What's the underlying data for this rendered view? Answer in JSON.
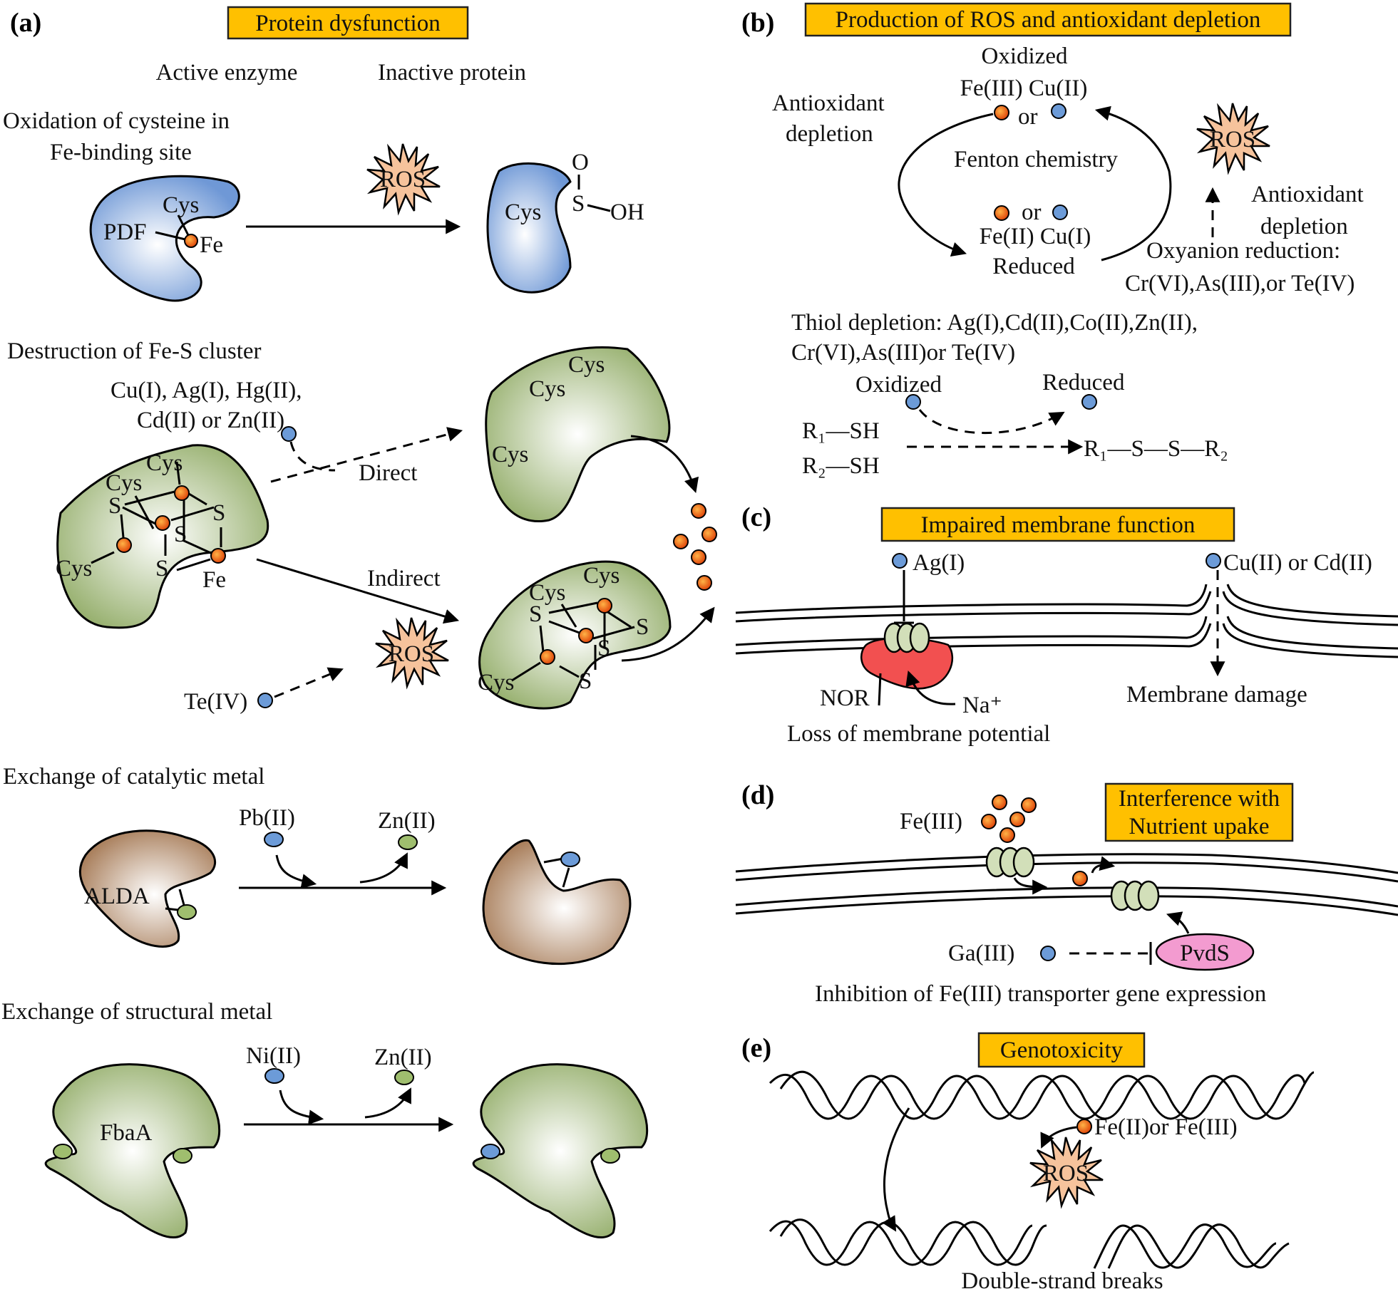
{
  "figure": {
    "panel_a": {
      "label": "(a)",
      "title": "Protein dysfunction",
      "col_active": "Active enzyme",
      "col_inactive": "Inactive protein",
      "sec1_line1": "Oxidation of cysteine in",
      "sec1_line2": "Fe-binding site",
      "pdf": "PDF",
      "cys": "Cys",
      "fe": "Fe",
      "ros": "ROS",
      "oxo": "O",
      "sulfur": "S",
      "oh": "OH",
      "sec2": "Destruction of Fe-S cluster",
      "metals_line1": "Cu(I), Ag(I), Hg(II),",
      "metals_line2": "Cd(II) or Zn(II)",
      "direct": "Direct",
      "indirect": "Indirect",
      "te": "Te(IV)",
      "sec3": "Exchange of catalytic metal",
      "alda": "ALDA",
      "pb": "Pb(II)",
      "zn": "Zn(II)",
      "sec4": "Exchange of structural metal",
      "fbaa": "FbaA",
      "ni": "Ni(II)"
    },
    "panel_b": {
      "label": "(b)",
      "title": "Production of ROS and antioxidant depletion",
      "oxidized": "Oxidized",
      "ox_metals": "Fe(III) Cu(II)",
      "or": "or",
      "antiox_1": "Antioxidant",
      "antiox_2": "depletion",
      "fenton": "Fenton chemistry",
      "red_metals": "Fe(II) Cu(I)",
      "reduced": "Reduced",
      "ros": "ROS",
      "oxyanion": "Oxyanion reduction:",
      "oxyanion_list": "Cr(VI),As(III),or Te(IV)",
      "thiol_1": "Thiol depletion: Ag(I),Cd(II),Co(II),Zn(II),",
      "thiol_2": "Cr(VI),As(III)or Te(IV)",
      "thiol_ox": "Oxidized",
      "thiol_red": "Reduced",
      "r1sh": "R₁—SH",
      "r2sh": "R₂—SH",
      "product": "R₁—S—S—R₂"
    },
    "panel_c": {
      "label": "(c)",
      "title": "Impaired membrane function",
      "ag": "Ag(I)",
      "cucd": "Cu(II) or Cd(II)",
      "nor": "NOR",
      "na": "Na⁺",
      "loss": "Loss of membrane potential",
      "damage": "Membrane damage"
    },
    "panel_d": {
      "label": "(d)",
      "title_1": "Interference with",
      "title_2": "Nutrient upake",
      "fe3": "Fe(III)",
      "ga": "Ga(III)",
      "pvds": "PvdS",
      "inhibition": "Inhibition of Fe(III) transporter gene expression"
    },
    "panel_e": {
      "label": "(e)",
      "title": "Genotoxicity",
      "fe": "Fe(II)or Fe(III)",
      "ros": "ROS",
      "breaks": "Double-strand breaks"
    }
  },
  "colors": {
    "title_box": "#FFC000",
    "iron": "#F26B0F",
    "copper_blue": "#6C9BD8",
    "zinc_green": "#9FBE6E",
    "protein_blue": "#7FA6DC",
    "protein_green": "#9AB571",
    "protein_brown": "#B08867",
    "ros": "#F6C39C",
    "nor_red": "#F25050",
    "pvds_pink": "#F39BD0",
    "transporter": "#D2DFB9"
  }
}
